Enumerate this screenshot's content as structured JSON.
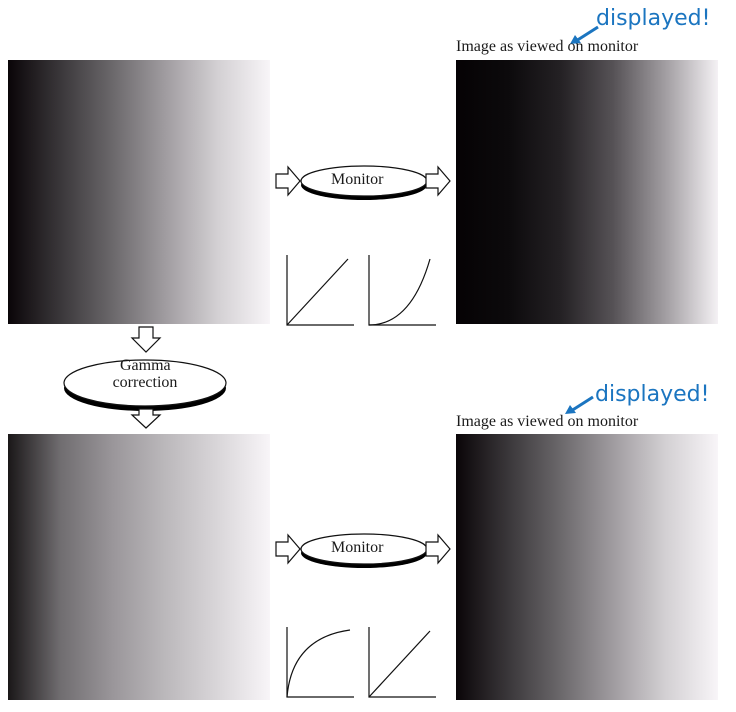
{
  "top_row": {
    "annotation": "displayed!",
    "caption": "Image as viewed on monitor",
    "monitor_label": "Monitor",
    "input_ramp": "linear",
    "output_ramp": "dark-shifted",
    "input_response_curve": "linear",
    "monitor_response_curve": "power"
  },
  "correction": {
    "label_line1": "Gamma",
    "label_line2": "correction"
  },
  "bottom_row": {
    "annotation": "displayed!",
    "caption": "Image as viewed on monitor",
    "monitor_label": "Monitor",
    "input_ramp": "light-shifted",
    "output_ramp": "linear",
    "input_response_curve": "root",
    "monitor_response_curve": "linear"
  },
  "colors": {
    "annotation": "#1b75c0",
    "ramp_dark": "#0a0508",
    "ramp_light": "#f8f5f8"
  }
}
